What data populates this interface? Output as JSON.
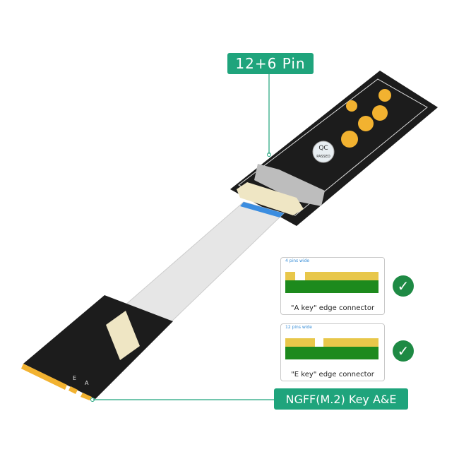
{
  "callouts": {
    "top": "12+6  Pin",
    "bottom": "NGFF(M.2) Key A&E"
  },
  "board_marks": {
    "qc": "QC",
    "passed": "PASSED",
    "a": "A",
    "e": "E"
  },
  "schematics": [
    {
      "pins_label": "4 pins wide",
      "caption": "\"A key\"  edge connector",
      "status_icon": "check-circle-icon"
    },
    {
      "pins_label": "12 pins wide",
      "caption": "\"E key\"  edge connector",
      "status_icon": "check-circle-icon"
    }
  ],
  "colors": {
    "accent": "#1fa47c",
    "check": "#1e8a44",
    "pcb": "#1a1a1a",
    "gold": "#f2b230",
    "connector_green": "#1d8a1d"
  }
}
